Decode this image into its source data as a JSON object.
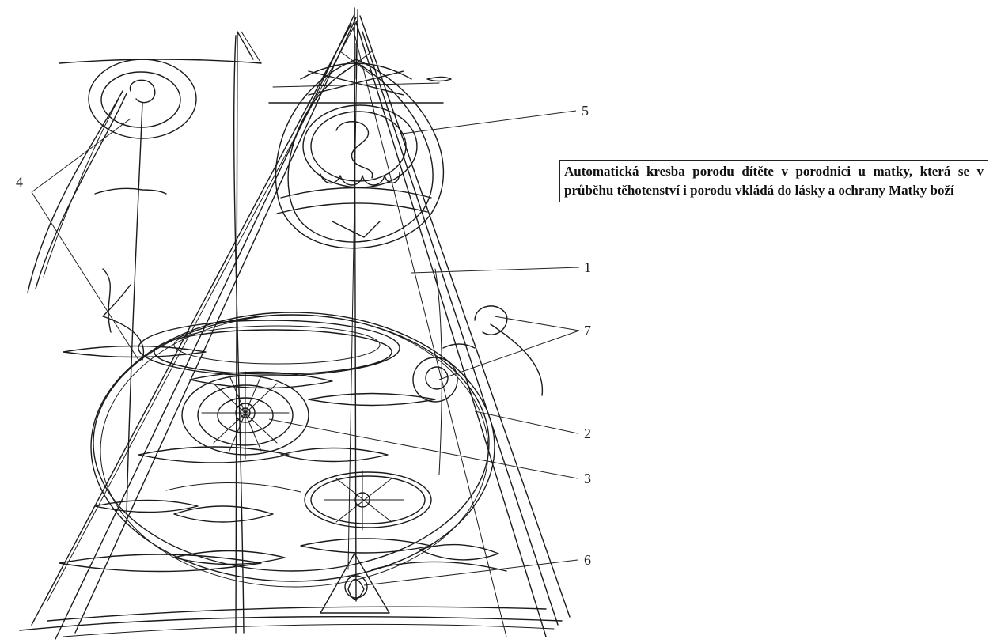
{
  "caption": {
    "text": "Automatická kresba porodu dítěte v porodnici u matky, která se v průběhu těhotenství i porodu vkládá do lásky a ochrany Matky boží"
  },
  "labels": [
    "5",
    "4",
    "1",
    "7",
    "2",
    "3",
    "6"
  ]
}
